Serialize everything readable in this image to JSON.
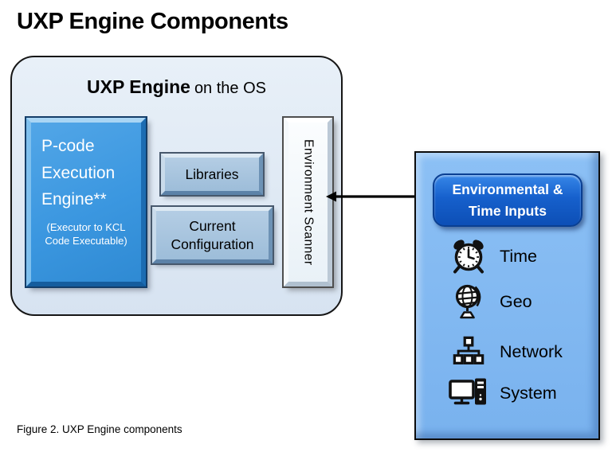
{
  "page": {
    "title": "UXP Engine Components",
    "caption": "Figure 2. UXP Engine components"
  },
  "engine_panel": {
    "heading_bold": "UXP Engine",
    "heading_rest": "on the OS",
    "pcode": {
      "title": "P-code Execution Engine**",
      "subtitle": "(Executor to KCL Code Executable)"
    },
    "libraries_label": "Libraries",
    "config_label": "Current Configuration",
    "scanner_label": "Environment Scanner"
  },
  "inputs_panel": {
    "button_label": "Environmental & Time Inputs",
    "items": [
      {
        "icon": "alarm-clock-icon",
        "label": "Time"
      },
      {
        "icon": "globe-icon",
        "label": "Geo"
      },
      {
        "icon": "network-icon",
        "label": "Network"
      },
      {
        "icon": "desktop-computer-icon",
        "label": "System"
      }
    ]
  },
  "colors": {
    "engine_panel_fill": "#dce7f3",
    "pcode_fill": "#3b97e0",
    "metal_box_fill": "#a4c2dd",
    "scanner_fill": "#f2f8fc",
    "inputs_panel_fill": "#7db7f0",
    "inputs_button_fill": "#1560c8",
    "outline": "#000000"
  }
}
